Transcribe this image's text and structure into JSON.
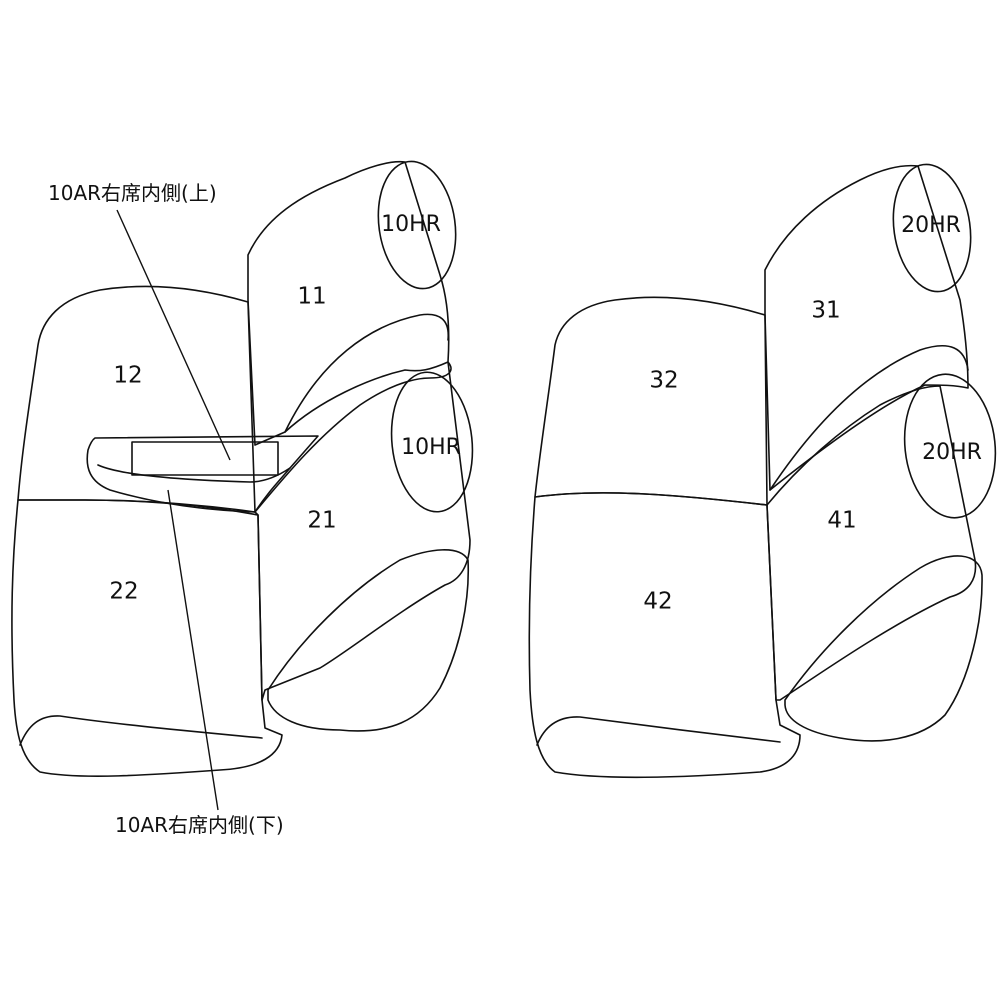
{
  "left_seat": {
    "labels": {
      "headrest_upper": "10HR",
      "headrest_lower": "10HR",
      "part_11": "11",
      "part_12": "12",
      "part_21": "21",
      "part_22": "22"
    },
    "callouts": {
      "upper": "10AR右席内側(上)",
      "lower": "10AR右席内側(下)"
    }
  },
  "right_seat": {
    "labels": {
      "headrest_upper": "20HR",
      "headrest_lower": "20HR",
      "part_31": "31",
      "part_32": "32",
      "part_41": "41",
      "part_42": "42"
    }
  }
}
